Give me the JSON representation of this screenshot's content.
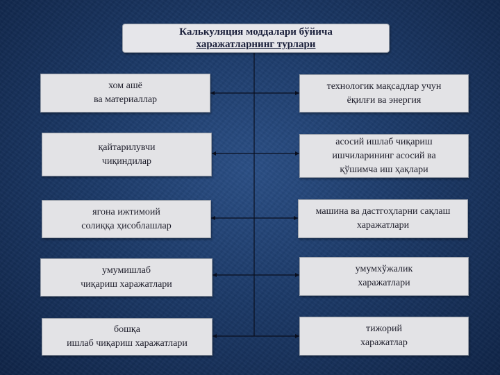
{
  "title": {
    "line1": "Калькуляция моддалари бўйича",
    "line2": "харажатларнинг турлари"
  },
  "left_items": [
    {
      "line1": "хом ашё",
      "line2": "ва материаллар"
    },
    {
      "line1": "қайтарилувчи",
      "line2": "чиқиндилар"
    },
    {
      "line1": "ягона ижтимоий",
      "line2": "солиққа ҳисоблашлар"
    },
    {
      "line1": "умумишлаб",
      "line2": "чиқариш харажатлари"
    },
    {
      "line1": "бошқа",
      "line2": "ишлаб чиқариш харажатлари"
    }
  ],
  "right_items": [
    {
      "line1": "технологик мақсадлар учун",
      "line2": "ёқилғи ва энергия"
    },
    {
      "line1": "асосий ишлаб чиқариш",
      "line2": "ишчиларининг асосий ва",
      "line3": "қўшимча иш ҳақлари"
    },
    {
      "line1": "машина ва дастгоҳларни сақлаш",
      "line2": "харажатлари"
    },
    {
      "line1": "умумхўжалик",
      "line2": "харажатлари"
    },
    {
      "line1": "тижорий",
      "line2": "харажатлар"
    }
  ],
  "colors": {
    "background": "#1c3a68",
    "box": "#e3e3e6",
    "connector": "#0a0f1e"
  }
}
